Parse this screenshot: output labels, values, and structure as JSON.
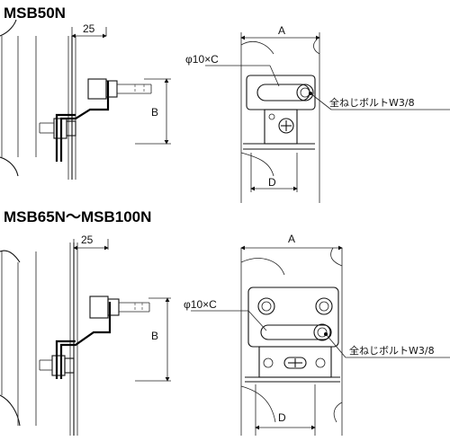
{
  "sections": [
    {
      "title": "MSB50N",
      "side_dim": "25",
      "height_dim": "B",
      "width_dim": "A",
      "bottom_dim": "D",
      "hole_label": "φ10×C",
      "bolt_label": "全ねじボルトW3/8"
    },
    {
      "title": "MSB65N～MSB100N",
      "side_dim": "25",
      "height_dim": "B",
      "width_dim": "A",
      "bottom_dim": "D",
      "hole_label": "φ10×C",
      "bolt_label": "全ねじボルトW3/8"
    }
  ]
}
